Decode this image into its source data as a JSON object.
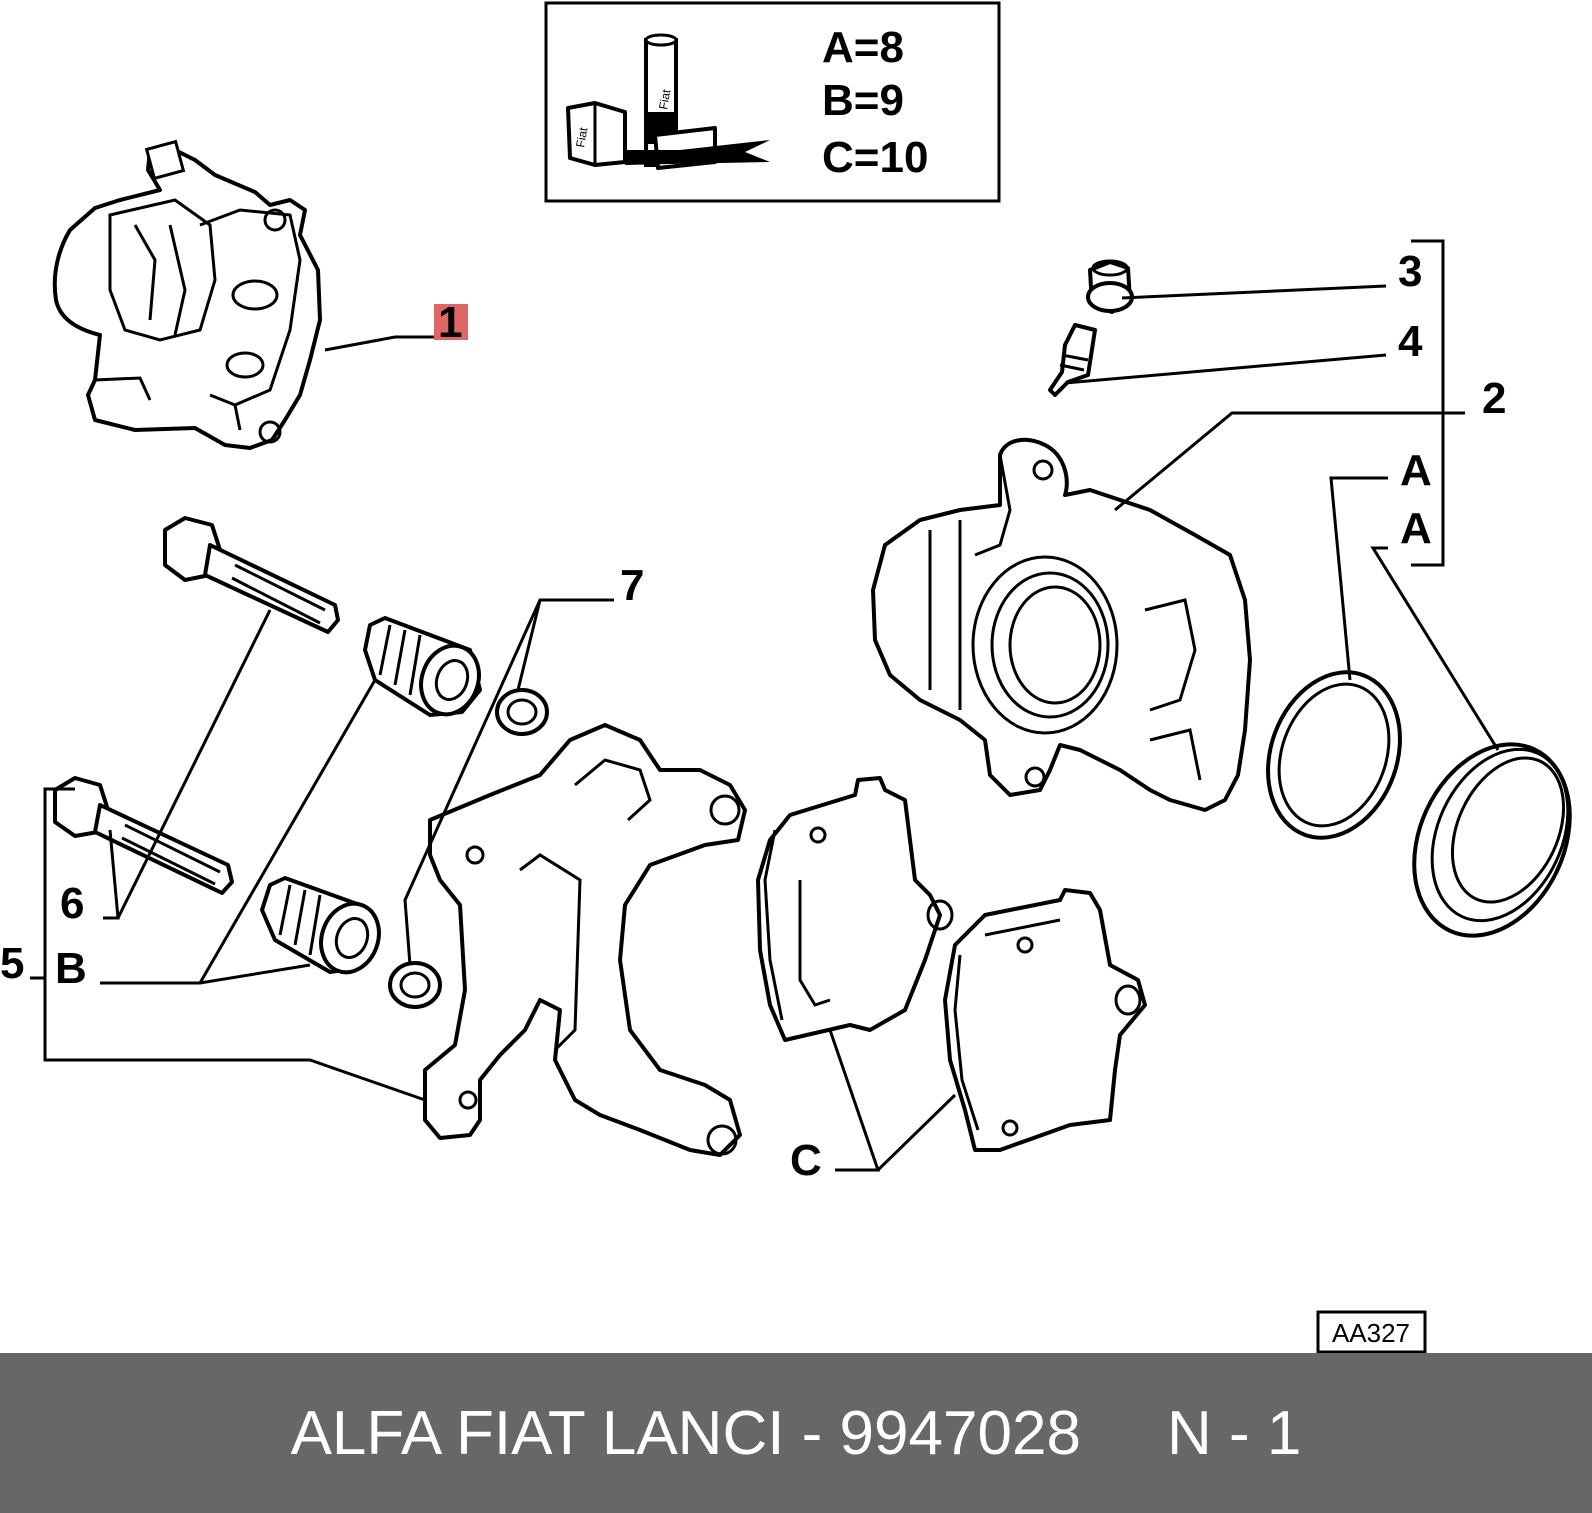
{
  "legend_box": {
    "entries": [
      "A=8",
      "B=9",
      "C=10"
    ],
    "product_labels": [
      "Fiat",
      "Fiat",
      "Fiat"
    ]
  },
  "callouts": {
    "c1": "1",
    "c2": "2",
    "c3": "3",
    "c4": "4",
    "c5": "5",
    "c6": "6",
    "c7": "7",
    "cA1": "A",
    "cA2": "A",
    "cB": "B",
    "cC": "C"
  },
  "diagram_code": "AA327",
  "footer": {
    "text": "ALFA FIAT LANCI - 9947028     N - 1"
  },
  "colors": {
    "footer_bg": "#676767",
    "highlight": "#e06666"
  }
}
